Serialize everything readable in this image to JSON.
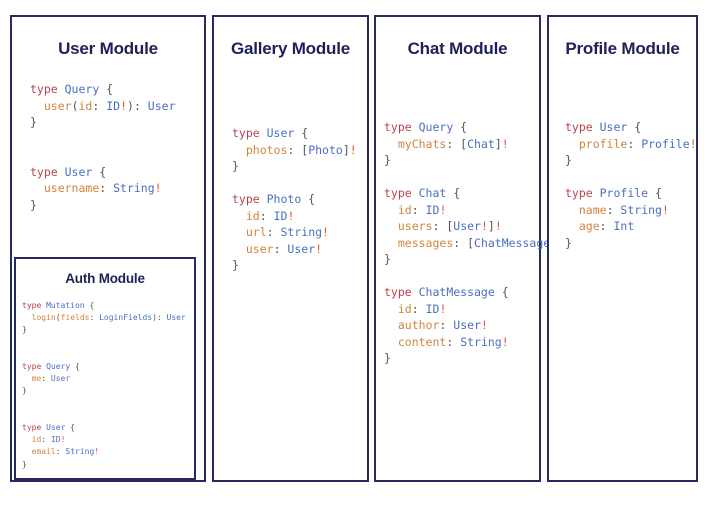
{
  "diagram": {
    "title_visible": false,
    "background": "#ffffff",
    "border_color": "#262a5e",
    "colors": {
      "title": "#1e2157",
      "keyword": "#b8434e",
      "type": "#4a6fc0",
      "field": "#d4843c",
      "punctuation": "#555555",
      "bang": "#e0562f"
    }
  },
  "panels": [
    {
      "id": "user",
      "title": "User Module",
      "code_lines": [
        [
          {
            "t": "type ",
            "c": "kw"
          },
          {
            "t": "Query",
            "c": "typ"
          },
          {
            "t": " {",
            "c": "pun"
          }
        ],
        [
          {
            "t": "  ",
            "c": "pun"
          },
          {
            "t": "user",
            "c": "fld"
          },
          {
            "t": "(",
            "c": "pun"
          },
          {
            "t": "id",
            "c": "fld"
          },
          {
            "t": ": ",
            "c": "pun"
          },
          {
            "t": "ID",
            "c": "typ"
          },
          {
            "t": "!",
            "c": "bang"
          },
          {
            "t": "): ",
            "c": "pun"
          },
          {
            "t": "User",
            "c": "typ"
          }
        ],
        [
          {
            "t": "}",
            "c": "pun"
          }
        ],
        [
          {
            "t": "",
            "c": "pun"
          }
        ],
        [
          {
            "t": "",
            "c": "pun"
          }
        ],
        [
          {
            "t": "type ",
            "c": "kw"
          },
          {
            "t": "User",
            "c": "typ"
          },
          {
            "t": " {",
            "c": "pun"
          }
        ],
        [
          {
            "t": "  ",
            "c": "pun"
          },
          {
            "t": "username",
            "c": "fld"
          },
          {
            "t": ": ",
            "c": "pun"
          },
          {
            "t": "String",
            "c": "typ"
          },
          {
            "t": "!",
            "c": "bang"
          }
        ],
        [
          {
            "t": "}",
            "c": "pun"
          }
        ]
      ],
      "sub_panel": {
        "id": "auth",
        "title": "Auth Module",
        "code_lines": [
          [
            {
              "t": "type ",
              "c": "kw"
            },
            {
              "t": "Mutation",
              "c": "typ"
            },
            {
              "t": " {",
              "c": "pun"
            }
          ],
          [
            {
              "t": "  ",
              "c": "pun"
            },
            {
              "t": "login",
              "c": "fld"
            },
            {
              "t": "(",
              "c": "pun"
            },
            {
              "t": "fields",
              "c": "fld"
            },
            {
              "t": ": ",
              "c": "pun"
            },
            {
              "t": "LoginFields",
              "c": "typ"
            },
            {
              "t": "): ",
              "c": "pun"
            },
            {
              "t": "User",
              "c": "typ"
            }
          ],
          [
            {
              "t": "}",
              "c": "pun"
            }
          ],
          [
            {
              "t": "",
              "c": "pun"
            }
          ],
          [
            {
              "t": "",
              "c": "pun"
            }
          ],
          [
            {
              "t": "type ",
              "c": "kw"
            },
            {
              "t": "Query",
              "c": "typ"
            },
            {
              "t": " {",
              "c": "pun"
            }
          ],
          [
            {
              "t": "  ",
              "c": "pun"
            },
            {
              "t": "me",
              "c": "fld"
            },
            {
              "t": ": ",
              "c": "pun"
            },
            {
              "t": "User",
              "c": "typ"
            }
          ],
          [
            {
              "t": "}",
              "c": "pun"
            }
          ],
          [
            {
              "t": "",
              "c": "pun"
            }
          ],
          [
            {
              "t": "",
              "c": "pun"
            }
          ],
          [
            {
              "t": "type ",
              "c": "kw"
            },
            {
              "t": "User",
              "c": "typ"
            },
            {
              "t": " {",
              "c": "pun"
            }
          ],
          [
            {
              "t": "  ",
              "c": "pun"
            },
            {
              "t": "id",
              "c": "fld"
            },
            {
              "t": ": ",
              "c": "pun"
            },
            {
              "t": "ID",
              "c": "typ"
            },
            {
              "t": "!",
              "c": "bang"
            }
          ],
          [
            {
              "t": "  ",
              "c": "pun"
            },
            {
              "t": "email",
              "c": "fld"
            },
            {
              "t": ": ",
              "c": "pun"
            },
            {
              "t": "String",
              "c": "typ"
            },
            {
              "t": "!",
              "c": "bang"
            }
          ],
          [
            {
              "t": "}",
              "c": "pun"
            }
          ]
        ]
      }
    },
    {
      "id": "gallery",
      "title": "Gallery Module",
      "code_lines": [
        [
          {
            "t": "type ",
            "c": "kw"
          },
          {
            "t": "User",
            "c": "typ"
          },
          {
            "t": " {",
            "c": "pun"
          }
        ],
        [
          {
            "t": "  ",
            "c": "pun"
          },
          {
            "t": "photos",
            "c": "fld"
          },
          {
            "t": ": [",
            "c": "pun"
          },
          {
            "t": "Photo",
            "c": "typ"
          },
          {
            "t": "]",
            "c": "pun"
          },
          {
            "t": "!",
            "c": "bang"
          }
        ],
        [
          {
            "t": "}",
            "c": "pun"
          }
        ],
        [
          {
            "t": "",
            "c": "pun"
          }
        ],
        [
          {
            "t": "type ",
            "c": "kw"
          },
          {
            "t": "Photo",
            "c": "typ"
          },
          {
            "t": " {",
            "c": "pun"
          }
        ],
        [
          {
            "t": "  ",
            "c": "pun"
          },
          {
            "t": "id",
            "c": "fld"
          },
          {
            "t": ": ",
            "c": "pun"
          },
          {
            "t": "ID",
            "c": "typ"
          },
          {
            "t": "!",
            "c": "bang"
          }
        ],
        [
          {
            "t": "  ",
            "c": "pun"
          },
          {
            "t": "url",
            "c": "fld"
          },
          {
            "t": ": ",
            "c": "pun"
          },
          {
            "t": "String",
            "c": "typ"
          },
          {
            "t": "!",
            "c": "bang"
          }
        ],
        [
          {
            "t": "  ",
            "c": "pun"
          },
          {
            "t": "user",
            "c": "fld"
          },
          {
            "t": ": ",
            "c": "pun"
          },
          {
            "t": "User",
            "c": "typ"
          },
          {
            "t": "!",
            "c": "bang"
          }
        ],
        [
          {
            "t": "}",
            "c": "pun"
          }
        ]
      ],
      "sub_panel": null
    },
    {
      "id": "chat",
      "title": "Chat Module",
      "code_lines": [
        [
          {
            "t": "type ",
            "c": "kw"
          },
          {
            "t": "Query",
            "c": "typ"
          },
          {
            "t": " {",
            "c": "pun"
          }
        ],
        [
          {
            "t": "  ",
            "c": "pun"
          },
          {
            "t": "myChats",
            "c": "fld"
          },
          {
            "t": ": [",
            "c": "pun"
          },
          {
            "t": "Chat",
            "c": "typ"
          },
          {
            "t": "]",
            "c": "pun"
          },
          {
            "t": "!",
            "c": "bang"
          }
        ],
        [
          {
            "t": "}",
            "c": "pun"
          }
        ],
        [
          {
            "t": "",
            "c": "pun"
          }
        ],
        [
          {
            "t": "type ",
            "c": "kw"
          },
          {
            "t": "Chat",
            "c": "typ"
          },
          {
            "t": " {",
            "c": "pun"
          }
        ],
        [
          {
            "t": "  ",
            "c": "pun"
          },
          {
            "t": "id",
            "c": "fld"
          },
          {
            "t": ": ",
            "c": "pun"
          },
          {
            "t": "ID",
            "c": "typ"
          },
          {
            "t": "!",
            "c": "bang"
          }
        ],
        [
          {
            "t": "  ",
            "c": "pun"
          },
          {
            "t": "users",
            "c": "fld"
          },
          {
            "t": ": [",
            "c": "pun"
          },
          {
            "t": "User",
            "c": "typ"
          },
          {
            "t": "!",
            "c": "bang"
          },
          {
            "t": "]",
            "c": "pun"
          },
          {
            "t": "!",
            "c": "bang"
          }
        ],
        [
          {
            "t": "  ",
            "c": "pun"
          },
          {
            "t": "messages",
            "c": "fld"
          },
          {
            "t": ": [",
            "c": "pun"
          },
          {
            "t": "ChatMessage",
            "c": "typ"
          },
          {
            "t": "]",
            "c": "pun"
          },
          {
            "t": "!",
            "c": "bang"
          }
        ],
        [
          {
            "t": "}",
            "c": "pun"
          }
        ],
        [
          {
            "t": "",
            "c": "pun"
          }
        ],
        [
          {
            "t": "type ",
            "c": "kw"
          },
          {
            "t": "ChatMessage",
            "c": "typ"
          },
          {
            "t": " {",
            "c": "pun"
          }
        ],
        [
          {
            "t": "  ",
            "c": "pun"
          },
          {
            "t": "id",
            "c": "fld"
          },
          {
            "t": ": ",
            "c": "pun"
          },
          {
            "t": "ID",
            "c": "typ"
          },
          {
            "t": "!",
            "c": "bang"
          }
        ],
        [
          {
            "t": "  ",
            "c": "pun"
          },
          {
            "t": "author",
            "c": "fld"
          },
          {
            "t": ": ",
            "c": "pun"
          },
          {
            "t": "User",
            "c": "typ"
          },
          {
            "t": "!",
            "c": "bang"
          }
        ],
        [
          {
            "t": "  ",
            "c": "pun"
          },
          {
            "t": "content",
            "c": "fld"
          },
          {
            "t": ": ",
            "c": "pun"
          },
          {
            "t": "String",
            "c": "typ"
          },
          {
            "t": "!",
            "c": "bang"
          }
        ],
        [
          {
            "t": "}",
            "c": "pun"
          }
        ]
      ],
      "sub_panel": null
    },
    {
      "id": "profile",
      "title": "Profile Module",
      "code_lines": [
        [
          {
            "t": "type ",
            "c": "kw"
          },
          {
            "t": "User",
            "c": "typ"
          },
          {
            "t": " {",
            "c": "pun"
          }
        ],
        [
          {
            "t": "  ",
            "c": "pun"
          },
          {
            "t": "profile",
            "c": "fld"
          },
          {
            "t": ": ",
            "c": "pun"
          },
          {
            "t": "Profile",
            "c": "typ"
          },
          {
            "t": "!",
            "c": "bang"
          }
        ],
        [
          {
            "t": "}",
            "c": "pun"
          }
        ],
        [
          {
            "t": "",
            "c": "pun"
          }
        ],
        [
          {
            "t": "type ",
            "c": "kw"
          },
          {
            "t": "Profile",
            "c": "typ"
          },
          {
            "t": " {",
            "c": "pun"
          }
        ],
        [
          {
            "t": "  ",
            "c": "pun"
          },
          {
            "t": "name",
            "c": "fld"
          },
          {
            "t": ": ",
            "c": "pun"
          },
          {
            "t": "String",
            "c": "typ"
          },
          {
            "t": "!",
            "c": "bang"
          }
        ],
        [
          {
            "t": "  ",
            "c": "pun"
          },
          {
            "t": "age",
            "c": "fld"
          },
          {
            "t": ": ",
            "c": "pun"
          },
          {
            "t": "Int",
            "c": "typ"
          }
        ],
        [
          {
            "t": "}",
            "c": "pun"
          }
        ]
      ],
      "sub_panel": null
    }
  ]
}
